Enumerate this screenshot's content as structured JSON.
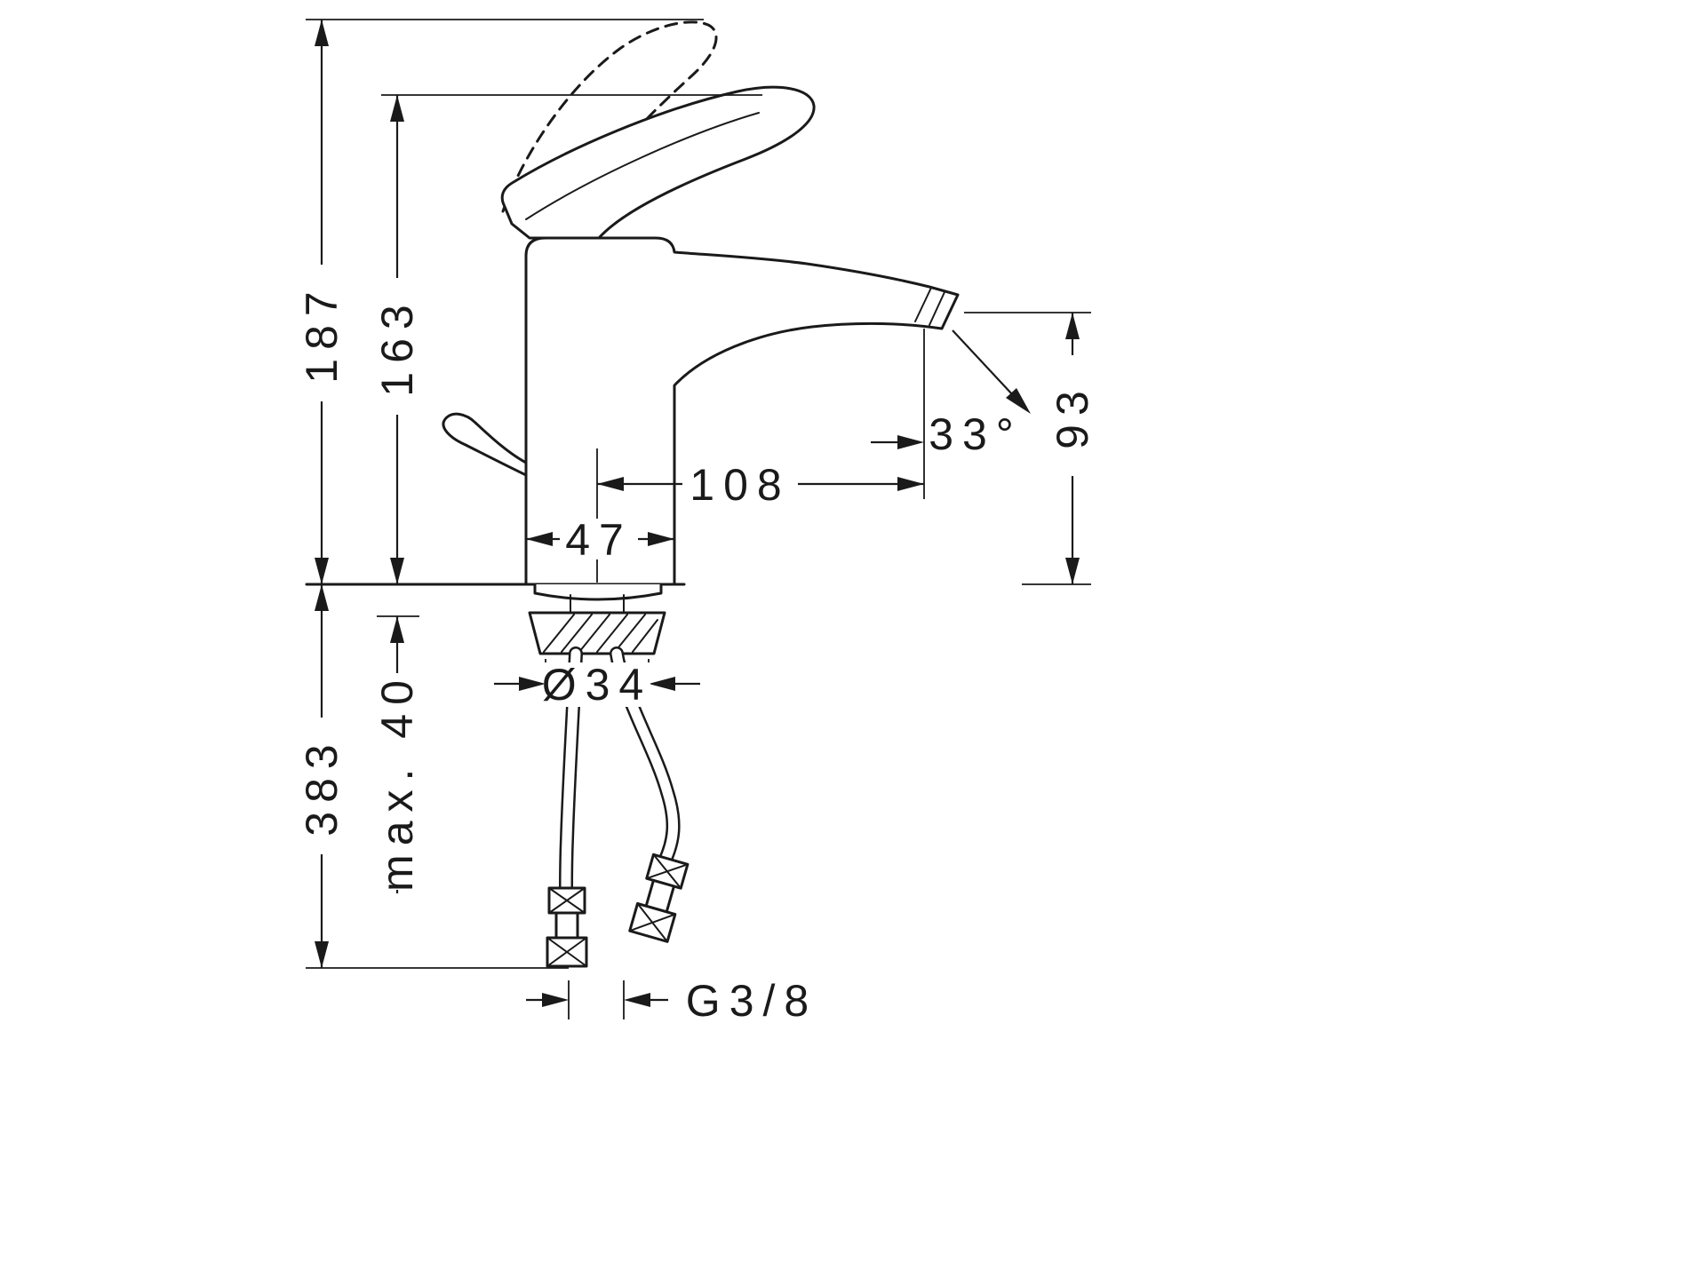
{
  "diagram": {
    "subject": "single-lever basin mixer faucet, side elevation with installation dimensions",
    "units": "mm",
    "line_color": "#1a1a1a",
    "background": "#ffffff"
  },
  "dimensions": {
    "total_height": {
      "value": "187",
      "orientation": "vertical"
    },
    "body_height": {
      "value": "163",
      "orientation": "vertical"
    },
    "spout_outlet_height": {
      "value": "93",
      "orientation": "vertical"
    },
    "spout_reach": {
      "value": "108",
      "orientation": "horizontal"
    },
    "base_width": {
      "value": "47",
      "orientation": "horizontal"
    },
    "spray_angle": {
      "value": "33°"
    },
    "hole_diameter": {
      "value": "Ø34"
    },
    "max_mounting_thickness": {
      "value": "max. 40",
      "orientation": "vertical"
    },
    "connection_length": {
      "value": "383",
      "orientation": "vertical"
    },
    "connection_thread": {
      "value": "G3/8"
    }
  }
}
